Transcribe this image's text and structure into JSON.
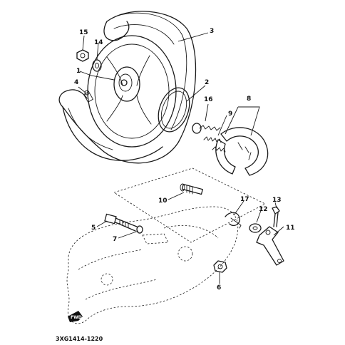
{
  "diagram": {
    "part_numbers": {
      "p1": "1",
      "p2": "2",
      "p3": "3",
      "p4": "4",
      "p5": "5",
      "p6": "6",
      "p7": "7",
      "p8": "8",
      "p9": "9",
      "p10": "10",
      "p11": "11",
      "p12": "12",
      "p13": "13",
      "p14": "14",
      "p15": "15",
      "p16": "16",
      "p17": "17"
    },
    "direction_tag": "FWD",
    "figure_code": "3XG1414-1220"
  }
}
